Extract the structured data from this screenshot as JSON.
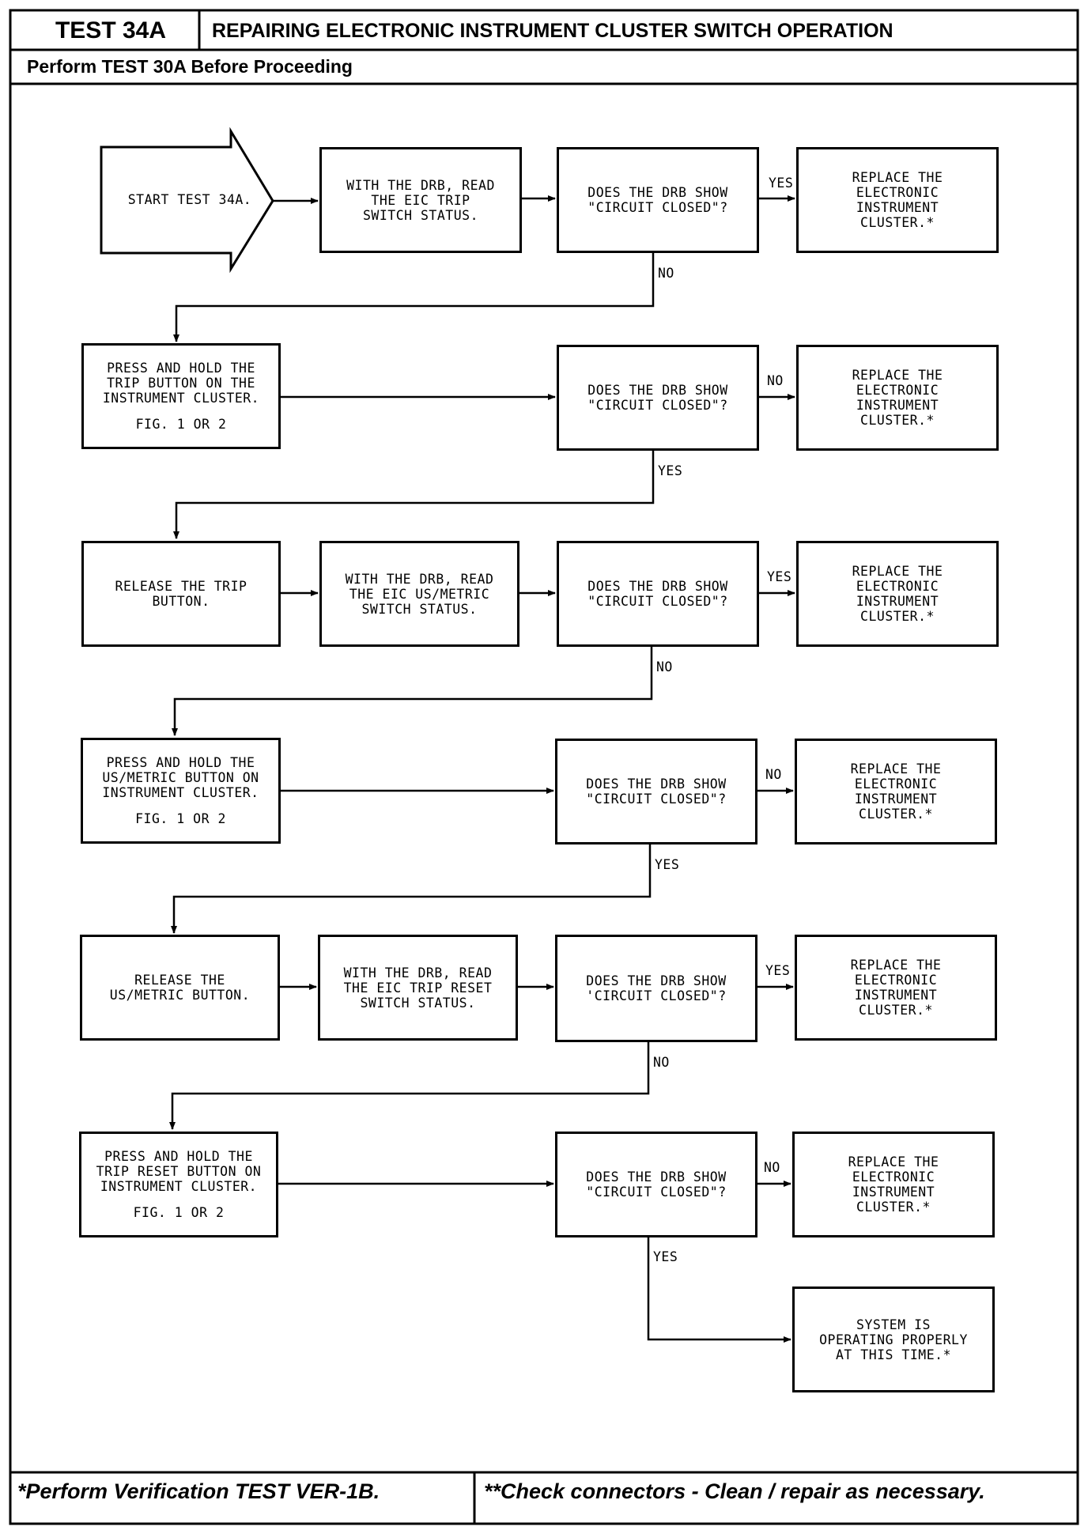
{
  "header": {
    "test_id": "TEST 34A",
    "title": "REPAIRING ELECTRONIC INSTRUMENT CLUSTER SWITCH OPERATION",
    "prerequisite": "Perform TEST 30A Before Proceeding"
  },
  "footer": {
    "note_left": "*Perform Verification TEST VER-1B.",
    "note_right": "**Check connectors - Clean / repair as necessary."
  },
  "nodes": {
    "start": "START TEST 34A.",
    "read_trip": "WITH THE DRB, READ\nTHE EIC TRIP\nSWITCH STATUS.",
    "q1": "DOES THE DRB SHOW\n\"CIRCUIT CLOSED\"?",
    "replace1": "REPLACE THE\nELECTRONIC\nINSTRUMENT\nCLUSTER.*",
    "press_trip": "PRESS AND HOLD THE\nTRIP BUTTON ON THE\nINSTRUMENT CLUSTER.",
    "press_trip_fig": "FIG. 1 OR 2",
    "q2": "DOES THE DRB SHOW\n\"CIRCUIT CLOSED\"?",
    "replace2": "REPLACE THE\nELECTRONIC\nINSTRUMENT\nCLUSTER.*",
    "release_trip": "RELEASE THE TRIP\nBUTTON.",
    "read_usmetric": "WITH THE DRB, READ\nTHE EIC US/METRIC\nSWITCH STATUS.",
    "q3": "DOES THE DRB SHOW\n\"CIRCUIT CLOSED\"?",
    "replace3": "REPLACE THE\nELECTRONIC\nINSTRUMENT\nCLUSTER.*",
    "press_usmetric": "PRESS AND HOLD THE\nUS/METRIC BUTTON ON\nINSTRUMENT CLUSTER.",
    "press_usmetric_fig": "FIG. 1 OR 2",
    "q4": "DOES THE DRB SHOW\n\"CIRCUIT CLOSED\"?",
    "replace4": "REPLACE THE\nELECTRONIC\nINSTRUMENT\nCLUSTER.*",
    "release_usmetric": "RELEASE THE\nUS/METRIC BUTTON.",
    "read_tripreset": "WITH THE DRB, READ\nTHE EIC TRIP RESET\nSWITCH STATUS.",
    "q5": "DOES THE DRB SHOW\n'CIRCUIT CLOSED\"?",
    "replace5": "REPLACE THE\nELECTRONIC\nINSTRUMENT\nCLUSTER.*",
    "press_tripreset": "PRESS AND HOLD THE\nTRIP RESET BUTTON ON\nINSTRUMENT CLUSTER.",
    "press_tripreset_fig": "FIG. 1 OR 2",
    "q6": "DOES THE DRB SHOW\n\"CIRCUIT CLOSED\"?",
    "replace6": "REPLACE THE\nELECTRONIC\nINSTRUMENT\nCLUSTER.*",
    "system_ok": "SYSTEM IS\nOPERATING PROPERLY\nAT THIS TIME.*"
  },
  "edge_labels": {
    "q1_right": "YES",
    "q1_down": "NO",
    "q2_right": "NO",
    "q2_down": "YES",
    "q3_right": "YES",
    "q3_down": "NO",
    "q4_right": "NO",
    "q4_down": "YES",
    "q5_right": "YES",
    "q5_down": "NO",
    "q6_right": "NO",
    "q6_down": "YES"
  }
}
